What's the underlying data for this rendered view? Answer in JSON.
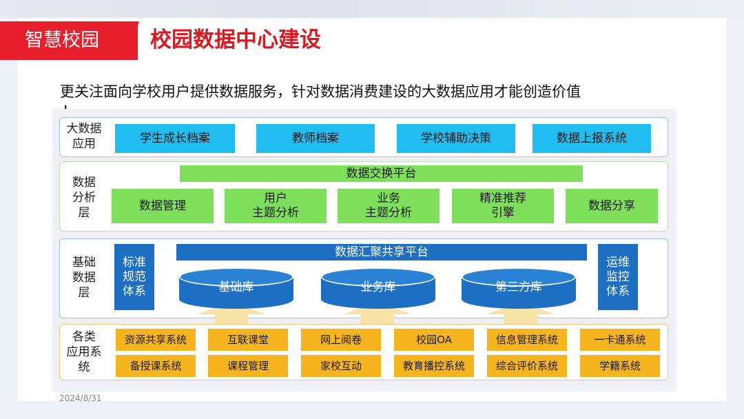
{
  "header": {
    "brand": "智慧校园",
    "title": "校园数据中心建设",
    "subtitle": "更关注面向学校用户提供数据服务，针对数据消费建设的大数据应用才能创造价值",
    "subtitle_tail": "!"
  },
  "layers": {
    "big_data_app": {
      "label_line1": "大数据",
      "label_line2": "应用",
      "items": [
        "学生成长档案",
        "教师档案",
        "学校辅助决策",
        "数据上报系统"
      ]
    },
    "analysis": {
      "label_line1": "数据",
      "label_line2": "分析",
      "label_line3": "层",
      "platform": "数据交换平台",
      "items": [
        {
          "line1": "数据管理",
          "line2": ""
        },
        {
          "line1": "用户",
          "line2": "主题分析"
        },
        {
          "line1": "业务",
          "line2": "主题分析"
        },
        {
          "line1": "精准推荐",
          "line2": "引擎"
        },
        {
          "line1": "数据分享",
          "line2": ""
        }
      ]
    },
    "base": {
      "label_line1": "基础",
      "label_line2": "数据",
      "label_line3": "层",
      "platform": "数据汇聚共享平台",
      "left_line1": "标准",
      "left_line2": "规范",
      "left_line3": "体系",
      "right_line1": "运维",
      "right_line2": "监控",
      "right_line3": "体系",
      "databases": [
        "基础库",
        "业务库",
        "第三方库"
      ]
    },
    "apps": {
      "label_line1": "各类",
      "label_line2": "应用系",
      "label_line3": "统",
      "row1": [
        "资源共享系统",
        "互联课堂",
        "网上阅卷",
        "校园OA",
        "信息管理系统",
        "一卡通系统"
      ],
      "row2": [
        "备授课系统",
        "课程管理",
        "家校互动",
        "教育播控系统",
        "综合评价系统",
        "学籍系统"
      ]
    }
  },
  "footer": {
    "date": "2024/8/31"
  },
  "colors": {
    "brand_red": "#e8202e",
    "cyan": "#22bdf0",
    "green": "#7ee05a",
    "blue": "#1c6fc2",
    "orange": "#f6b51e"
  }
}
